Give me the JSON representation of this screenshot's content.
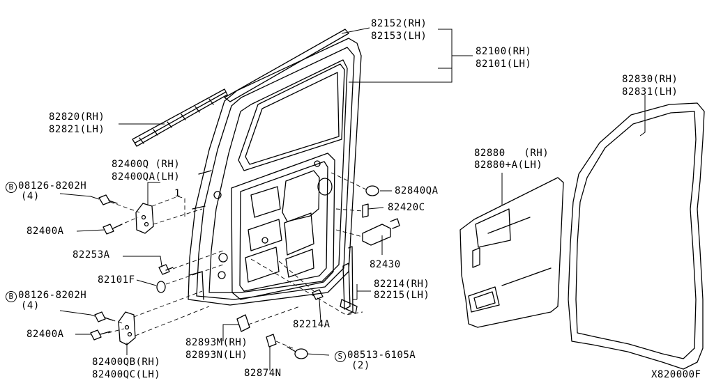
{
  "labels": {
    "p82152": "82152(RH)",
    "p82153": "82153(LH)",
    "p82100": "82100(RH)",
    "p82101": "82101(LH)",
    "p82830": "82830(RH)",
    "p82831": "82831(LH)",
    "p82820": "82820(RH)",
    "p82821": "82821(LH)",
    "p82400q": "82400Q (RH)",
    "p82400qa": "82400QA(LH)",
    "bolt_top_circle": "B",
    "bolt_top": "08126-8202H",
    "bolt_top_qty": "(4)",
    "callout_1": "1",
    "p82400a_top": "82400A",
    "p82253a": "82253A",
    "p82101f": "82101F",
    "bolt_bot_circle": "B",
    "bolt_bot": "08126-8202H",
    "bolt_bot_qty": "(4)",
    "p82400a_bot": "82400A",
    "p82400qb": "82400QB(RH)",
    "p82400qc": "82400QC(LH)",
    "p82893m": "82893M(RH)",
    "p82893n": "82893N(LH)",
    "p82874n": "82874N",
    "screw_circle": "S",
    "screw": "08513-6105A",
    "screw_qty": "(2)",
    "p82214a": "82214A",
    "p82214": "82214(RH)",
    "p82215": "82215(LH)",
    "p82430": "82430",
    "p82420c": "82420C",
    "p82840qa": "82840QA",
    "p82880": "82880   (RH)",
    "p82880a": "82880+A(LH)",
    "figure_code": "X820000F"
  }
}
